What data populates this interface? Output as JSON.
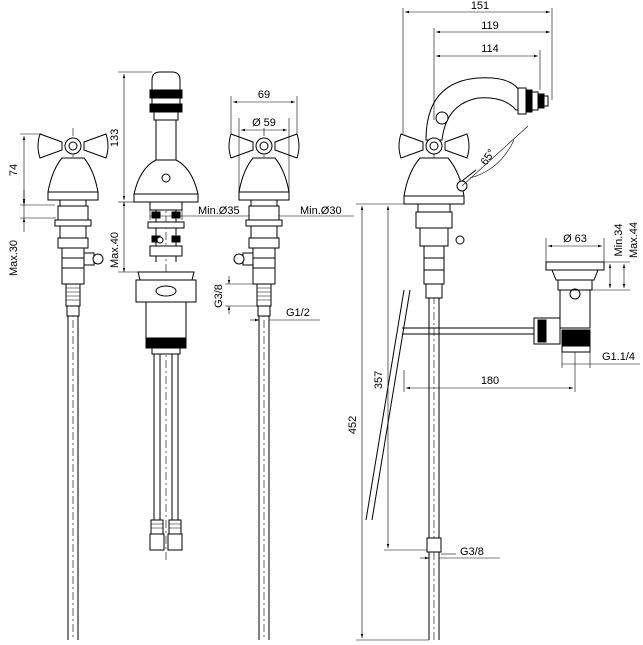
{
  "dimensions": {
    "d151": "151",
    "d119": "119",
    "d114": "114",
    "d69": "69",
    "d59": "Ø 59",
    "d74": "74",
    "d133": "133",
    "max30": "Max.30",
    "max40": "Max.40",
    "min35": "Min.Ø35",
    "min30": "Min.Ø30",
    "g38_left": "G3/8",
    "g12": "G1/2",
    "angle65": "65°",
    "d63": "Ø 63",
    "min34": "Min.34",
    "max44": "Max.44",
    "g114": "G1.1/4",
    "d180": "180",
    "d357": "357",
    "d452": "452",
    "g38_right": "G3/8"
  }
}
